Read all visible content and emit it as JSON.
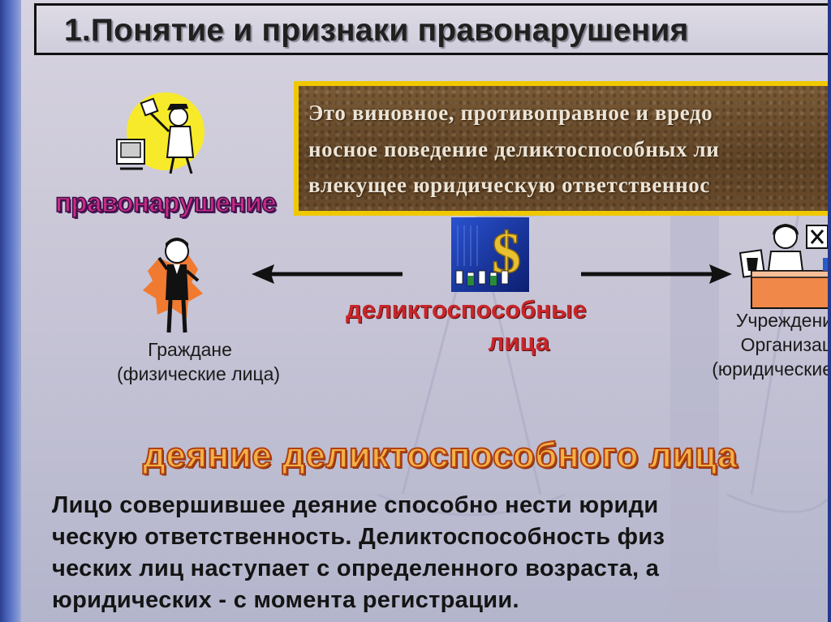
{
  "title": "1.Понятие и признаки правонарушения",
  "definition": {
    "lines": [
      "Это виновное, противоправное и вредо",
      "носное поведение деликтоспособных ли",
      "влекущее юридическую ответственнос"
    ]
  },
  "wordart": {
    "offense": "правонарушение",
    "capable_persons": [
      "деликтоспособные",
      "лица"
    ],
    "act": "деяние деликтоспособного лица"
  },
  "left_group": {
    "lines": [
      "Граждане",
      "(физические лица)"
    ]
  },
  "right_group": {
    "lines": [
      "Учреждени",
      "Организац",
      "(юридические"
    ]
  },
  "body": {
    "lines": [
      "Лицо совершившее деяние способно нести юриди",
      "ческую ответственность. Деликтоспособность физ",
      "ческих лиц наступает с определенного возраста, а",
      "юридических - с момента регистрации."
    ]
  },
  "icons": {
    "offender": "offender-clipart-icon",
    "citizen": "man-on-phone-clipart-icon",
    "capable": "people-dollar-clipart-icon",
    "organization": "woman-at-desk-clipart-icon"
  },
  "colors": {
    "background": "#cbc8d8",
    "border_yellow": "#f0c800",
    "wordart_pink": "#c92a8a",
    "wordart_red": "#c8262a",
    "wordart_orange": "#f4b048"
  }
}
